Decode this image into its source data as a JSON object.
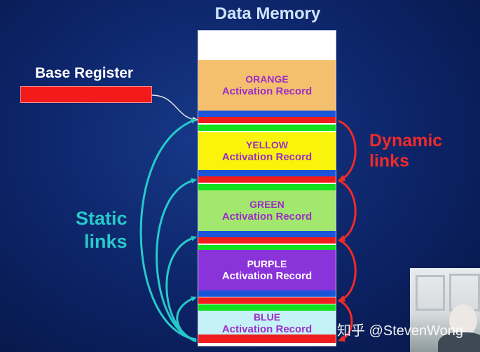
{
  "title": "Data Memory",
  "base_register": {
    "label": "Base Register"
  },
  "dynamic_links_label": [
    "Dynamic",
    "links"
  ],
  "static_links_label": [
    "Static",
    "links"
  ],
  "records": [
    {
      "name": "ORANGE",
      "subtitle": "Activation Record",
      "fill": "#f5c06e",
      "text_color": "#9b2fc7"
    },
    {
      "name": "YELLOW",
      "subtitle": "Activation Record",
      "fill": "#f9f40a",
      "text_color": "#9b2fc7"
    },
    {
      "name": "GREEN",
      "subtitle": "Activation Record",
      "fill": "#a2e86e",
      "text_color": "#9b2fc7"
    },
    {
      "name": "PURPLE",
      "subtitle": "Activation Record",
      "fill": "#8a33da",
      "text_color": "#ffffff"
    },
    {
      "name": "BLUE",
      "subtitle": "Activation Record",
      "fill": "#c4f2f7",
      "text_color": "#9b2fc7"
    }
  ],
  "colors": {
    "dynamic_link": "#f12a2a",
    "static_link": "#27c9c9",
    "base_pointer": "#e6e6e6",
    "link_blue": "#1a54d8",
    "link_red": "#ee1c1c",
    "link_green": "#12e01f"
  },
  "watermark": "知乎 @StevenWong"
}
